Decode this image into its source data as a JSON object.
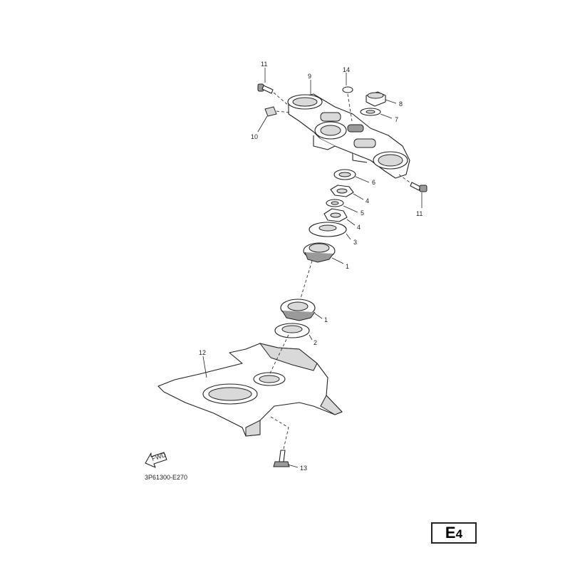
{
  "diagram_code": "3P61300-E270",
  "page_label": {
    "letter": "E",
    "number": "4"
  },
  "fwd_label": "FWD",
  "callouts": {
    "c1a": "1",
    "c1b": "1",
    "c2": "2",
    "c3": "3",
    "c4a": "4",
    "c4b": "4",
    "c5": "5",
    "c6": "6",
    "c7": "7",
    "c8": "8",
    "c9": "9",
    "c10": "10",
    "c11a": "11",
    "c11b": "11",
    "c12": "12",
    "c13": "13",
    "c14": "14"
  }
}
